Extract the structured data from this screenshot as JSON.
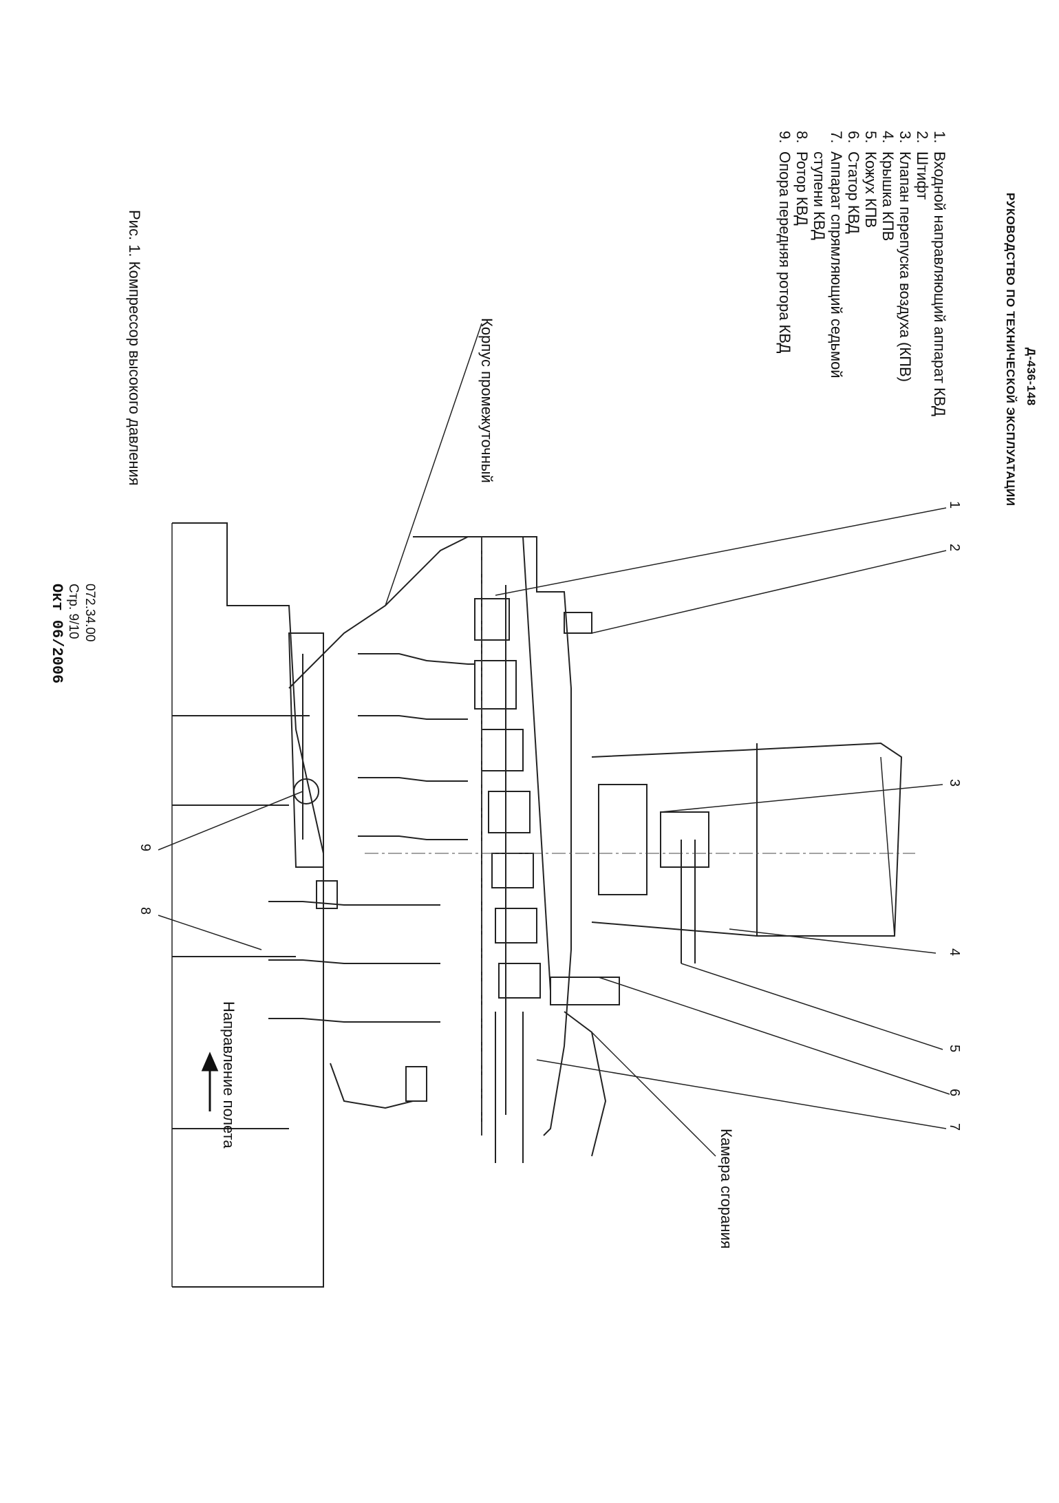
{
  "header": {
    "doc_code": "Д-436-148",
    "manual_title": "РУКОВОДСТВО ПО ТЕХНИЧЕСКОЙ ЭКСПЛУАТАЦИИ"
  },
  "legend": [
    {
      "num": "1.",
      "text": "Входной направляющий аппарат КВД"
    },
    {
      "num": "2.",
      "text": "Штифт"
    },
    {
      "num": "3.",
      "text": "Клапан перепуска воздуха (КПВ)"
    },
    {
      "num": "4.",
      "text": "Крышка КПВ"
    },
    {
      "num": "5.",
      "text": "Кожух КПВ"
    },
    {
      "num": "6.",
      "text": "Статор КВД"
    },
    {
      "num": "7.",
      "text": "Аппарат      спрямляющий      седьмой"
    },
    {
      "num": "",
      "text": "ступени КВД"
    },
    {
      "num": "8.",
      "text": "Ротор КВД"
    },
    {
      "num": "9.",
      "text": "Опора передняя ротора КВД"
    }
  ],
  "figure": {
    "caption": "Рис. 1.  Компрессор высокого давления",
    "labels": {
      "housing": "Корпус промежуточный",
      "combustor": "Камера сгорания",
      "flight_direction": "Направление полета"
    },
    "callouts": [
      "1",
      "2",
      "3",
      "4",
      "5",
      "6",
      "7",
      "8",
      "9"
    ]
  },
  "footer": {
    "doc_number": "072.34.00",
    "page": "Стр. 9/10",
    "date": "Окт 06/2006"
  }
}
